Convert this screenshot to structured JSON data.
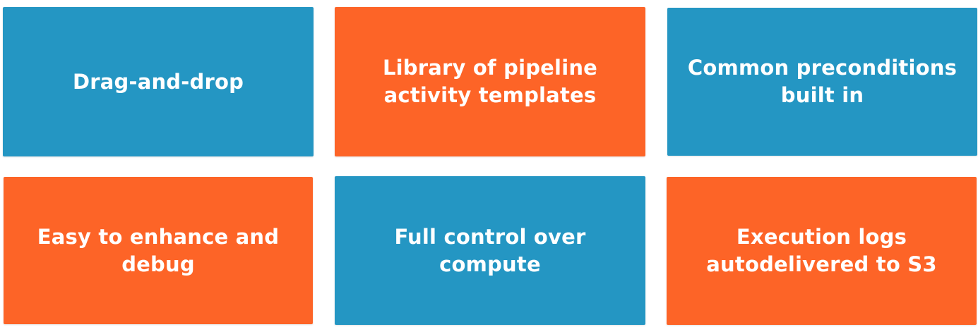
{
  "colors": {
    "blue": "#2496c3",
    "orange": "#fd6427",
    "text": "#ffffff"
  },
  "tiles": [
    {
      "text": "Drag-and-drop",
      "color": "blue"
    },
    {
      "text": "Library of pipeline activity templates",
      "color": "orange"
    },
    {
      "text": "Common preconditions built in",
      "color": "blue"
    },
    {
      "text": "Easy to enhance and debug",
      "color": "orange"
    },
    {
      "text": "Full control over compute",
      "color": "blue"
    },
    {
      "text": "Execution logs autodelivered to S3",
      "color": "orange"
    }
  ]
}
